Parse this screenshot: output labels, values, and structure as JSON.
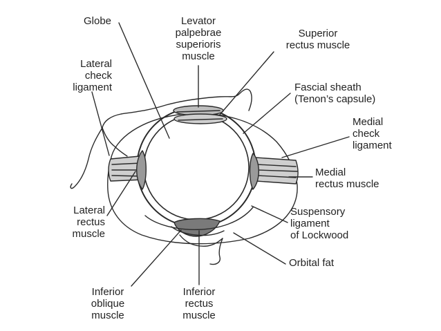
{
  "labels": {
    "globe": [
      "Globe"
    ],
    "levator": [
      "Levator",
      "palpebrae",
      "superioris",
      "muscle"
    ],
    "superior_rectus": [
      "Superior",
      "rectus muscle"
    ],
    "lateral_check": [
      "Lateral",
      "check",
      "ligament"
    ],
    "fascial_sheath": [
      "Fascial sheath",
      "(Tenon’s capsule)"
    ],
    "medial_check": [
      "Medial",
      "check",
      "ligament"
    ],
    "medial_rectus": [
      "Medial",
      "rectus muscle"
    ],
    "lateral_rectus": [
      "Lateral",
      "rectus",
      "muscle"
    ],
    "suspensory": [
      "Suspensory",
      "ligament",
      "of Lockwood"
    ],
    "orbital_fat": [
      "Orbital fat"
    ],
    "inferior_oblique": [
      "Inferior",
      "oblique",
      "muscle"
    ],
    "inferior_rectus": [
      "Inferior",
      "rectus",
      "muscle"
    ]
  }
}
